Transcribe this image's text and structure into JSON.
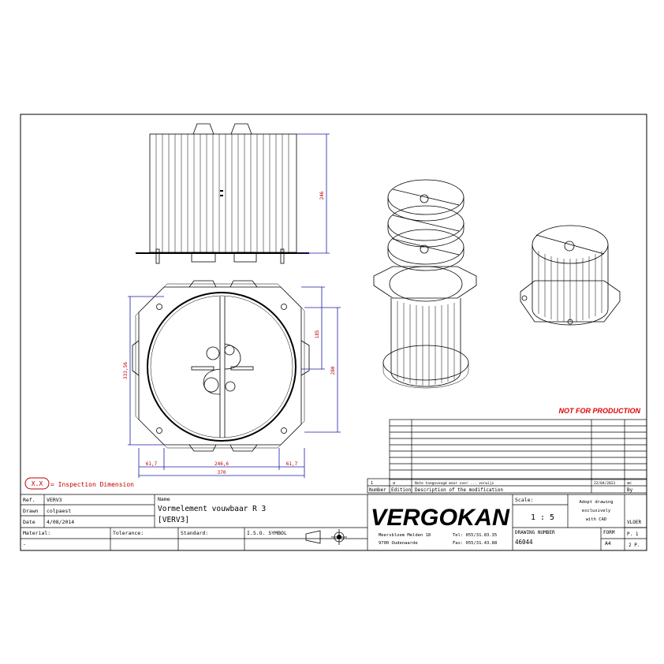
{
  "warning": "NOT FOR PRODUCTION",
  "inspection_note": {
    "symbol": "X.X",
    "text": "= Inspection Dimension"
  },
  "dimensions": {
    "height": "246",
    "overall": "333,56",
    "inner_185": "185",
    "inner_280": "280",
    "left_gap": "61,7",
    "mid_width": "246,6",
    "right_gap": "61,7",
    "total_width": "370"
  },
  "revision_table": {
    "row": {
      "number": "1",
      "edition": "a",
      "description": "Note toegevoegd meer over ... verwijz",
      "date": "22/04/2013",
      "initials": "ac"
    },
    "headers": {
      "number": "Number",
      "edition": "Edition",
      "description": "Description of the modification",
      "by": "By"
    }
  },
  "title_block": {
    "ref_label": "Ref.",
    "ref_value": "VERV3",
    "drawn_label": "Drawn",
    "drawn_value": "colpaest",
    "date_label": "Date",
    "date_value": "4/08/2014",
    "name_label": "Name",
    "name_line1": "Vormelement vouwbaar R 3",
    "name_line2": "[VERV3]",
    "material_label": "Material:",
    "material_value": "-",
    "tolerance_label": "Tolerance:",
    "standard_label": "Standard:",
    "iso_label": "I.S.O. SYMBOL",
    "company": "VERGOKAN",
    "address1": "Meersbloem Melden 18",
    "address2": "9700 Oudenaarde",
    "tel": "Tel: 055/31.83.35",
    "fax": "Fax: 055/31.43.88",
    "scale_label": "Scale:",
    "scale_value": "1 : 5",
    "adopt_line1": "Adopt drawing",
    "adopt_line2": "exclusively",
    "adopt_line3": "with CAD",
    "drawing_number_label": "DRAWING NUMBER",
    "drawing_number": "46044",
    "form_label": "FORM",
    "form_value": "A4",
    "vloer": "VLOER",
    "page": "P. 1",
    "pages": "2 P."
  }
}
